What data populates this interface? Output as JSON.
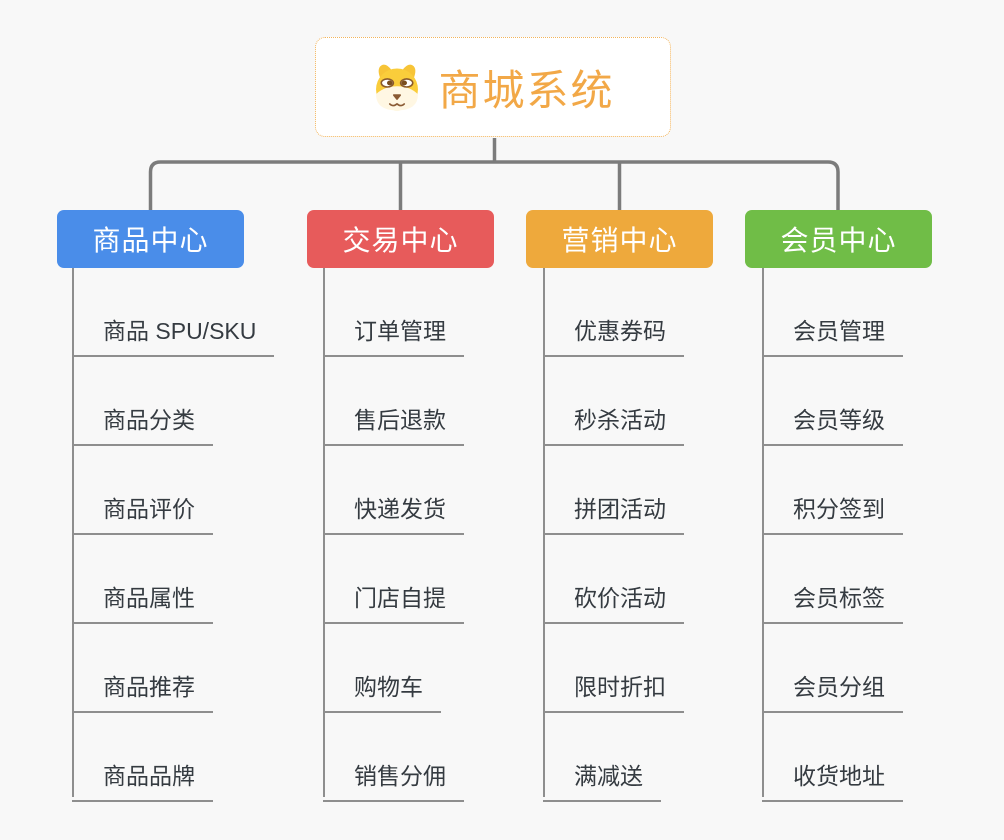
{
  "root": {
    "title": "商城系统",
    "icon": "doge-icon"
  },
  "branches": [
    {
      "label": "商品中心",
      "color": "#4A8DE9",
      "items": [
        "商品 SPU/SKU",
        "商品分类",
        "商品评价",
        "商品属性",
        "商品推荐",
        "商品品牌"
      ]
    },
    {
      "label": "交易中心",
      "color": "#E75B5B",
      "items": [
        "订单管理",
        "售后退款",
        "快递发货",
        "门店自提",
        "购物车",
        "销售分佣"
      ]
    },
    {
      "label": "营销中心",
      "color": "#EEA93C",
      "items": [
        "优惠券码",
        "秒杀活动",
        "拼团活动",
        "砍价活动",
        "限时折扣",
        "满减送"
      ]
    },
    {
      "label": "会员中心",
      "color": "#70BD47",
      "items": [
        "会员管理",
        "会员等级",
        "积分签到",
        "会员标签",
        "会员分组",
        "收货地址"
      ]
    }
  ],
  "colors": {
    "background": "#F8F8F8",
    "root_text": "#F2A847",
    "root_border": "#F3B55C",
    "connector": "#7C7C7C",
    "leaf_line": "#8E8E8E",
    "leaf_text": "#353B41"
  }
}
